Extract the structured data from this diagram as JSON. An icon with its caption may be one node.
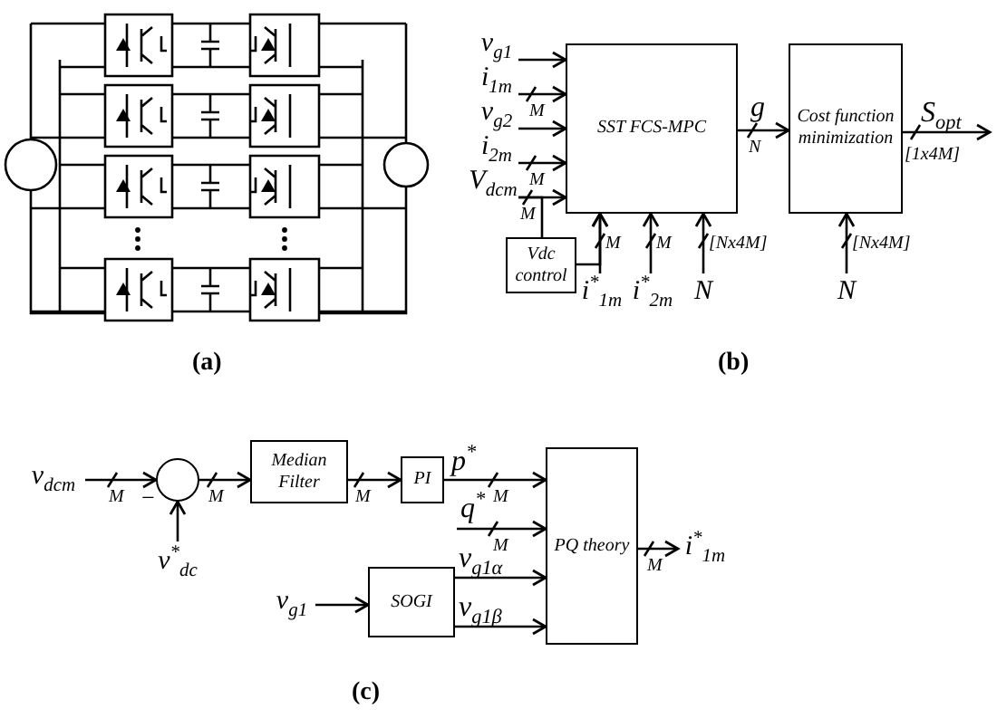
{
  "diagram": {
    "nodes": [
      {
        "text": [
          "v$_{g1}$"
        ]
      },
      {
        "text": [
          "i$_{1m}$"
        ]
      },
      {
        "text": [
          "v$_{g2}$"
        ]
      },
      {
        "text": [
          "i$_{2m}$"
        ]
      },
      {
        "text": [
          "V$_{dcm}$"
        ]
      },
      {
        "text": [
          "SST FCS-MPC"
        ]
      },
      {
        "text": [
          "Vdc control"
        ]
      },
      {
        "text": [
          "i$^{*}$$_{1m}$"
        ]
      },
      {
        "text": [
          "i$^{*}$$_{2m}$"
        ]
      },
      {
        "text": [
          "N"
        ]
      },
      {
        "text": [
          "Cost function minimization"
        ]
      },
      {
        "text": [
          "N"
        ]
      },
      {
        "text": [
          "v$_{dcm}$"
        ]
      },
      {
        "text": [],
        "shape": "circle",
        "beside": [
          "−"
        ]
      },
      {
        "text": [
          "v$^{*}$$_{dc}$"
        ]
      },
      {
        "text": [
          "Median Filter"
        ]
      },
      {
        "text": [
          "PI"
        ]
      },
      {
        "text": [
          "PQ theory"
        ]
      },
      {
        "text": [
          "v$_{g1}$"
        ]
      },
      {
        "text": [
          "SOGI"
        ]
      },
      {
        "text": [
          "i$^{*}$$_{1m}$"
        ]
      }
    ],
    "edges": [
      {
        "from": 0,
        "to": 5,
        "arrow": "to"
      },
      {
        "from": 1,
        "to": 5,
        "arrow": "to"
      },
      {
        "from": 2,
        "to": 5,
        "arrow": "to"
      },
      {
        "from": 3,
        "to": 5,
        "arrow": "to"
      },
      {
        "from": 4,
        "to": 5,
        "arrow": "to"
      },
      {
        "from": 4,
        "to": 6,
        "arrow": "none"
      },
      {
        "from": 6,
        "to": 5,
        "arrow": "to"
      },
      {
        "from": 7,
        "to": 5,
        "arrow": "to"
      },
      {
        "from": 8,
        "to": 5,
        "arrow": "to"
      },
      {
        "from": 9,
        "to": 5,
        "arrow": "to"
      },
      {
        "from": 5,
        "to": 10,
        "arrow": "to",
        "label": "g"
      },
      {
        "from": 11,
        "to": 10,
        "arrow": "to"
      },
      {
        "from": 10,
        "to": null,
        "arrow": "to",
        "label": "S$_{opt}$"
      },
      {
        "from": 12,
        "to": 13,
        "arrow": "to"
      },
      {
        "from": 14,
        "to": 13,
        "arrow": "to"
      },
      {
        "from": 13,
        "to": 15,
        "arrow": "to"
      },
      {
        "from": 15,
        "to": 16,
        "arrow": "to"
      },
      {
        "from": 16,
        "to": 17,
        "arrow": "to",
        "label": "p$^{*}$"
      },
      {
        "from": null,
        "to": 17,
        "arrow": "to",
        "label": "q$^{*}$"
      },
      {
        "from": 18,
        "to": 19,
        "arrow": "to"
      },
      {
        "from": 19,
        "to": 17,
        "arrow": "to",
        "label": "v$_{g1α}$"
      },
      {
        "from": 19,
        "to": 17,
        "arrow": "to",
        "label": "v$_{g1β}$"
      },
      {
        "from": 17,
        "to": 20,
        "arrow": "to"
      }
    ],
    "labels": [
      "(a)",
      "M",
      "M",
      "M",
      "N",
      "[1x4M]",
      "M",
      "M",
      "[Nx4M]",
      "[Nx4M]",
      "(b)",
      "M",
      "M",
      "M",
      "M",
      "M",
      "M",
      "(c)"
    ]
  }
}
